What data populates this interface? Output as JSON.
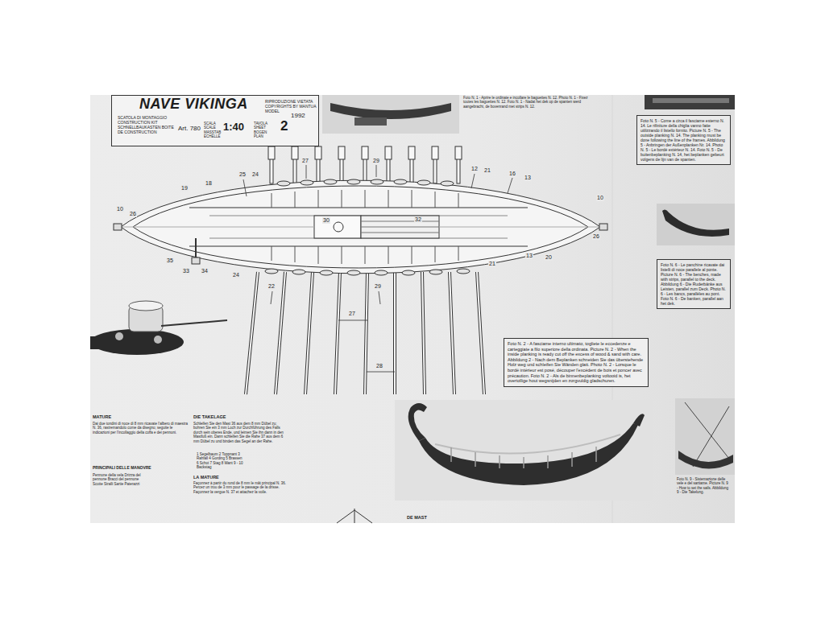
{
  "diagram": {
    "title": "NAVE VIKINGA",
    "nodes": [
      {
        "text": [
          "SCATOLA DI MONTAGGIO CONSTRUCTION KIT SCHNELLBAUKASTEN BOITE DE CONSTRUCTION",
          "Art. 780",
          "RIPRODUZIONE VIETATA COPYRIGHTS BY MANTUA MODEL",
          "1992",
          "SCALA SCALE MASSTAB ECHELLE",
          "1:40",
          "TAVOLA SHEET BOGEN PLAN",
          "2"
        ]
      },
      {
        "text": [
          "Foto N. 2 - A fasciame interno ultimato, togliete le eccedenze e carteggiate a filo superiore della ordinata. Picture N. 2 - When the inside planking is ready cut off the excess of wood & sand with care. Abbildung 2 - Nach dem Beplanken schneiden Sie das überstehende Holz weg und schleifen Sie Wänden glatt. Photo N. 2 - Lorsque le bordé intérieur est posé, découper l'excédent de bois et poncer avec précaution. Foto N. 2 - Als de binnenbeplanking voltooid is, het overtollige hout wegsnijden en zorgvuldig gladschuren."
        ]
      },
      {
        "text": [
          "Foto N. 5 - Come a circa il fasciame esterno N. 14. Le rifiniture della chiglia vanno fatte utilizzando il listello fornito. Picture N. 5 - The outside planking N. 14. The planking must be done following the line of the frames. Abbildung 5 - Anbringen der Außenplanken Nr. 14. Photo N. 5 - Le bordé extérieur N. 14. Foto N. 5 - De buitenbeplanking N. 14, het beplanken gebeurt volgens de lijn van de spanten."
        ]
      },
      {
        "text": [
          "Foto N. 6 - Le panchine ricavate dai listelli di noce parallele al ponte. Picture N. 6 - The benches, made with strips, parallel to the deck. Abbildung 6 - Die Ruderbänke aus Leisten, parallel zum Deck. Photo N. 6 - Les bancs, parallèles au pont. Foto N. 6 - De banken, parallel aan het dek."
        ]
      }
    ],
    "labels": [
      "27",
      "29",
      "12",
      "21",
      "16",
      "13",
      "25",
      "24",
      "19",
      "18",
      "10",
      "26",
      "32",
      "30",
      "10",
      "26",
      "35",
      "33",
      "34",
      "24",
      "22",
      "29",
      "21",
      "13",
      "20",
      "27",
      "28",
      "Foto N. 1 - Aprire le ordinate e incollare le baguettes N. 12. Photo N. 1 - Fixez toutes les baguettes N. 12. Foto N. 1 - Nadat het dek op de spanten werd aangebracht, de bovenrand met strips N. 12.",
      "MATURE",
      "Dai due tondini di noce di 8 mm ricavate l'albero di maestra N. 36, rastremandolo come da disegno; seguite le indicazioni per l'incollaggio della coffa e dei pennoni.",
      "PRINCIPALI DELLE MANOVRE",
      "Pennone della vela Drizza del pennone Bracci del pennone Scotte Stralli Sartie Paterazzi",
      "DIE TAKELAGE",
      "Schleifen Sie den Mast 36 aus dem 8 mm Dübel zu; bohren Sie ein 3 mm Loch zur Durchführung des Falls durch sein oberes Ende, und leimen Sie ihn dann in den Mastfuß ein. Dann schleifen Sie die Rahe 37 aus dem 6 mm Dübel zu und binden das Segel an der Rahe.",
      "1 Segelbaum 2 Toppnant 3 Rahfall 4 Gording 5 Brassen 6 Schot 7 Stag 8 Want 9 - 10 Backstag",
      "LA MATURE",
      "Façonnez à partir du rond de 8 mm le mât principal N. 36. Percez un trou de 3 mm pour le passage de la drisse. Façonnez la vergue N. 37 et attachez la voile.",
      "DE MAST",
      "Foto N. 9 - Sistemazione delle vele e del sartiame. Picture N. 9 - How to set the sails. Abbildung 9 - Die Takelung."
    ]
  }
}
